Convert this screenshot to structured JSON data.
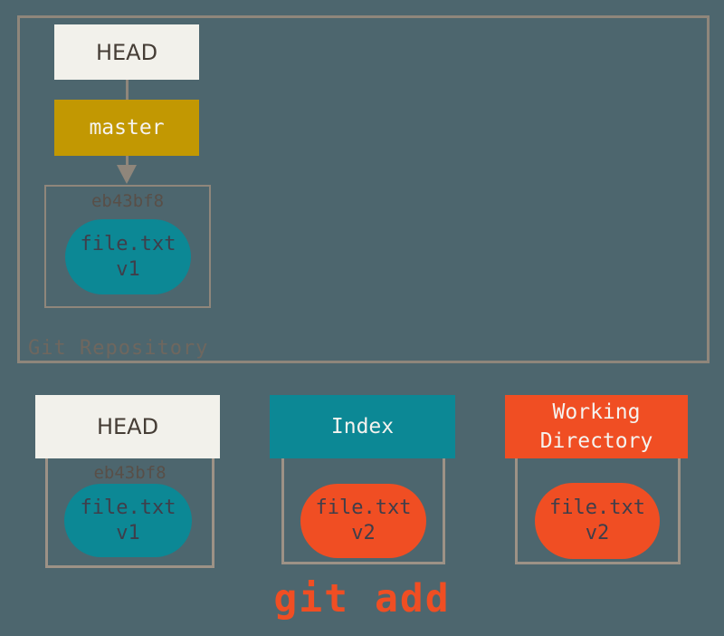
{
  "repository": {
    "label": "Git Repository",
    "head_label": "HEAD",
    "branch_label": "master",
    "commit": {
      "hash": "eb43bf8",
      "file": "file.txt",
      "version": "v1"
    }
  },
  "areas": {
    "head": {
      "title": "HEAD",
      "hash": "eb43bf8",
      "file": "file.txt",
      "version": "v1"
    },
    "index": {
      "title": "Index",
      "file": "file.txt",
      "version": "v2"
    },
    "working_directory": {
      "title": "Working Directory",
      "file": "file.txt",
      "version": "v2"
    }
  },
  "command": {
    "text": "git add"
  },
  "colors": {
    "background": "#4D666E",
    "outline_gray": "#8F867B",
    "outline_tan": "#9D9286",
    "head_fill": "#F2F1EB",
    "head_text": "#453D35",
    "branch_gold": "#C29802",
    "teal": "#0C8895",
    "orange": "#F04E23",
    "blob_text": "#3F3E4A",
    "hash_text": "#584F48",
    "muted_label": "#6E675F"
  }
}
